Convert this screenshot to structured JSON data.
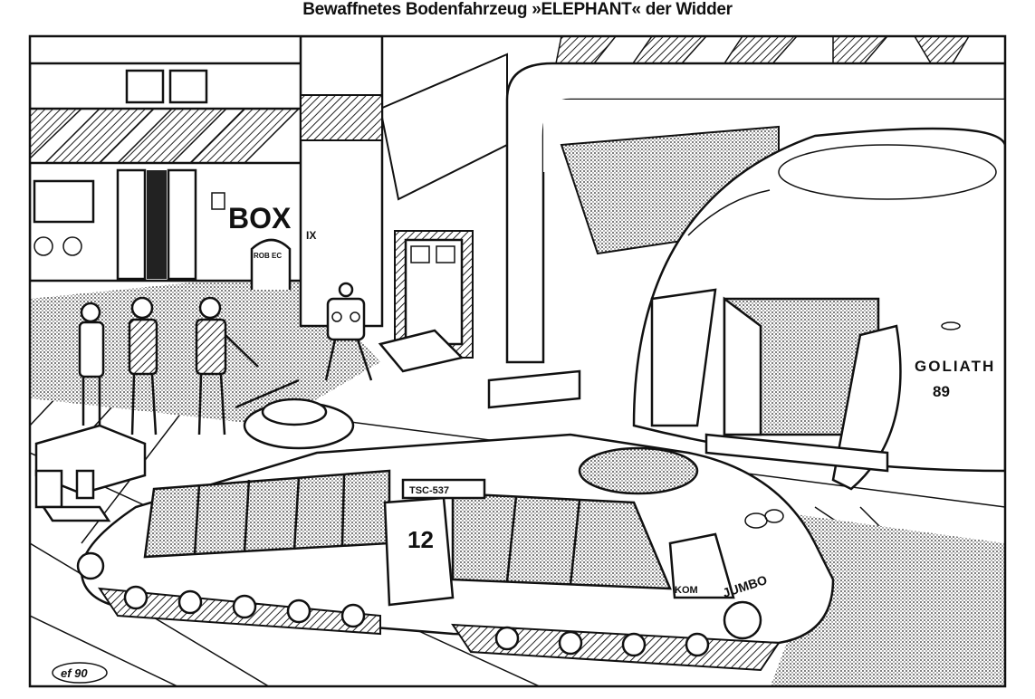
{
  "title": "Bewaffnetes Bodenfahrzeug »ELEPHANT« der Widder",
  "labels": {
    "box": "BOX",
    "box_number": "IX",
    "door": "ROB EC",
    "ship_name": "GOLIATH",
    "ship_number": "89",
    "vehicle_code": "TSC-537",
    "vehicle_number": "12",
    "hatch": "KOM",
    "vehicle_name": "JUMBO",
    "signature": "ef 90"
  },
  "colors": {
    "ink": "#111111",
    "paper": "#ffffff"
  }
}
